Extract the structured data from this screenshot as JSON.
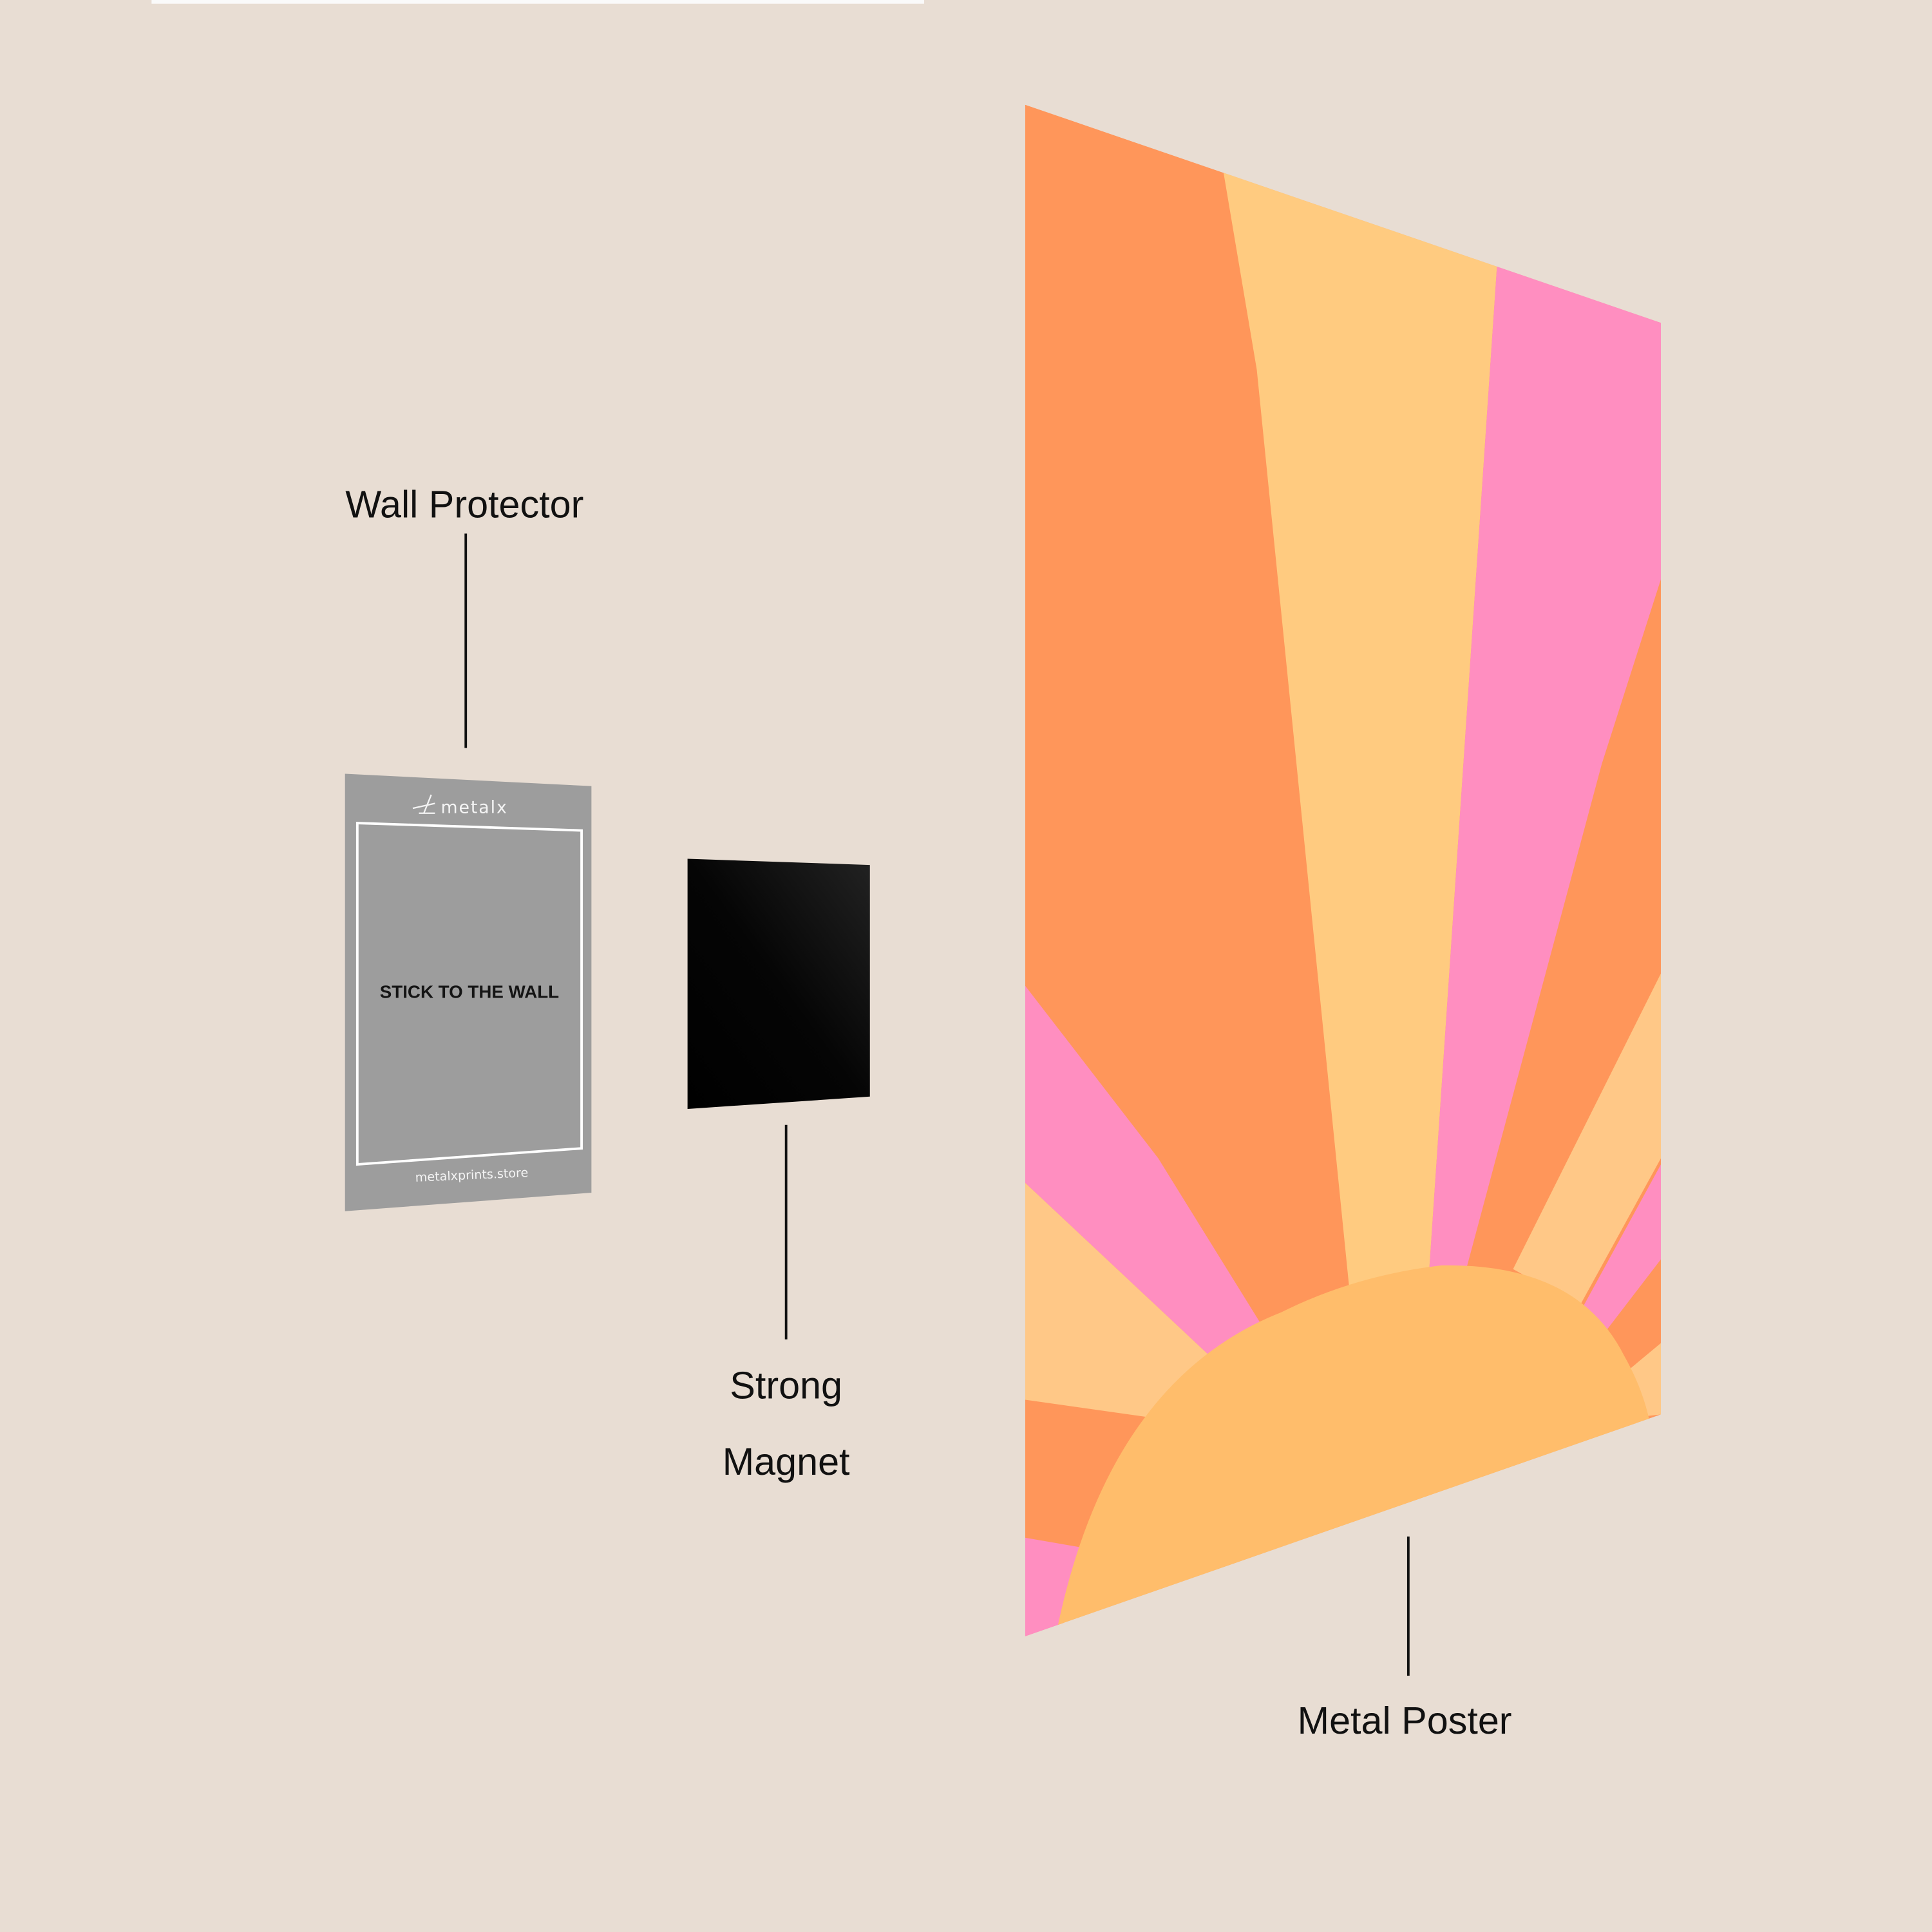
{
  "labels": {
    "wall_protector": "Wall Protector",
    "strong_magnet_line1": "Strong",
    "strong_magnet_line2": "Magnet",
    "metal_poster": "Metal Poster"
  },
  "wall_protector_card": {
    "brand": "metalx",
    "instruction": "STICK TO THE WALL",
    "website": "metalxprints.store"
  },
  "colors": {
    "background": "#E8DDD3",
    "protector": "#9D9D9D",
    "magnet": "#050505",
    "poster_orange": "#FF965A",
    "poster_yellow": "#FFCB80",
    "poster_pink": "#FF8EC0",
    "poster_sun": "#FFBD6B"
  }
}
